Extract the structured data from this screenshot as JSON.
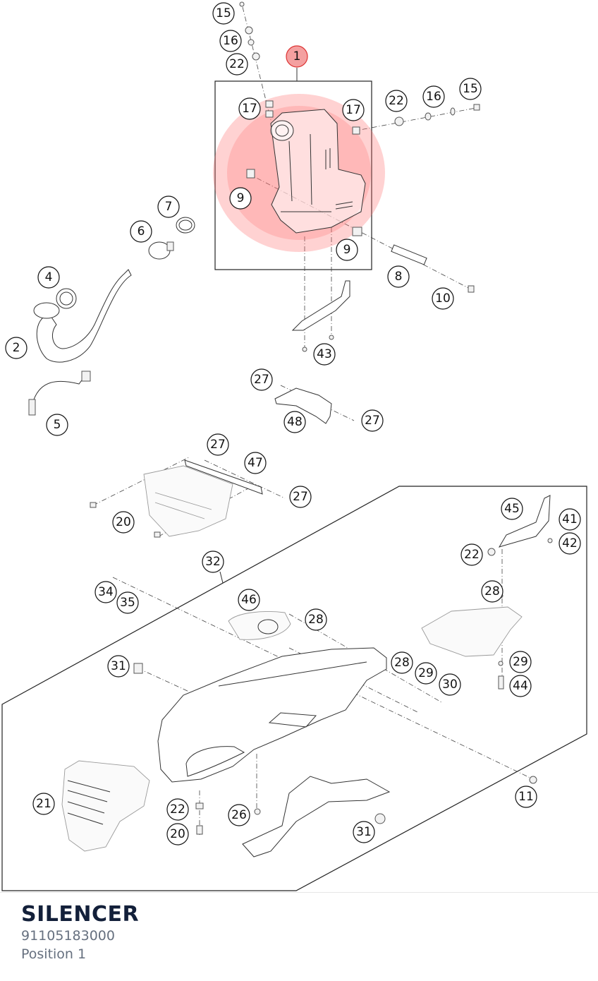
{
  "part": {
    "title": "SILENCER",
    "number": "91105183000",
    "position": "Position 1"
  },
  "highlight_color": "#f4a0a0",
  "callouts": [
    {
      "num": "1",
      "highlighted": true
    },
    {
      "num": "15"
    },
    {
      "num": "16"
    },
    {
      "num": "22"
    },
    {
      "num": "17"
    },
    {
      "num": "17"
    },
    {
      "num": "22"
    },
    {
      "num": "16"
    },
    {
      "num": "15"
    },
    {
      "num": "9"
    },
    {
      "num": "9"
    },
    {
      "num": "8"
    },
    {
      "num": "10"
    },
    {
      "num": "43"
    },
    {
      "num": "7"
    },
    {
      "num": "6"
    },
    {
      "num": "4"
    },
    {
      "num": "2"
    },
    {
      "num": "5"
    },
    {
      "num": "27"
    },
    {
      "num": "48"
    },
    {
      "num": "27"
    },
    {
      "num": "27"
    },
    {
      "num": "47"
    },
    {
      "num": "27"
    },
    {
      "num": "20"
    },
    {
      "num": "32"
    },
    {
      "num": "34"
    },
    {
      "num": "35"
    },
    {
      "num": "46"
    },
    {
      "num": "28"
    },
    {
      "num": "45"
    },
    {
      "num": "41"
    },
    {
      "num": "42"
    },
    {
      "num": "22"
    },
    {
      "num": "28"
    },
    {
      "num": "31"
    },
    {
      "num": "28"
    },
    {
      "num": "29"
    },
    {
      "num": "30"
    },
    {
      "num": "29"
    },
    {
      "num": "44"
    },
    {
      "num": "11"
    },
    {
      "num": "21"
    },
    {
      "num": "22"
    },
    {
      "num": "20"
    },
    {
      "num": "26"
    },
    {
      "num": "31"
    }
  ]
}
